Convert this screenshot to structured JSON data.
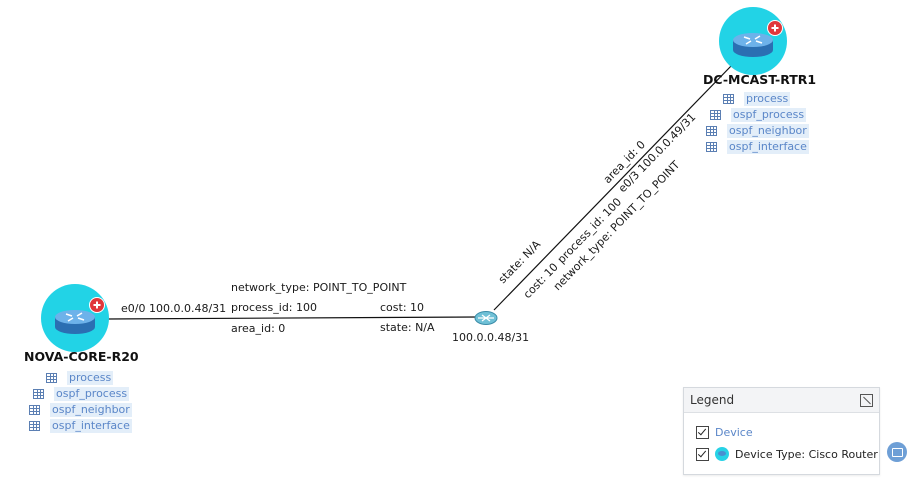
{
  "devices": {
    "nova": {
      "name": "NOVA-CORE-R20",
      "tables": [
        "process",
        "ospf_process",
        "ospf_neighbor",
        "ospf_interface"
      ]
    },
    "dc": {
      "name": "DC-MCAST-RTR1",
      "tables": [
        "process",
        "ospf_process",
        "ospf_neighbor",
        "ospf_interface"
      ]
    }
  },
  "subnet": {
    "label": "100.0.0.48/31"
  },
  "link_nova": {
    "interface": "e0/0 100.0.0.48/31",
    "network_type": "network_type: POINT_TO_POINT",
    "process_id": "process_id: 100",
    "area_id": "area_id: 0",
    "cost": "cost: 10",
    "state": "state: N/A"
  },
  "link_dc": {
    "interface": "e0/3 100.0.0.49/31",
    "network_type": "network_type: POINT_TO_POINT",
    "process_id": "process_id: 100",
    "area_id": "area_id: 0",
    "cost": "cost: 10",
    "state": "state: N/A"
  },
  "legend": {
    "title": "Legend",
    "items": [
      "Device",
      "Device Type: Cisco Router"
    ]
  },
  "colors": {
    "device_halo": "#22d3e6",
    "device_body": "#3b86cf",
    "badge": "#e0373b",
    "table_link": "#5a86c8",
    "table_highlight": "#e3eef9"
  },
  "icons": {
    "device": "router-icon",
    "badge": "plus-badge-icon",
    "table": "table-icon",
    "subnet": "subnet-hub-icon",
    "legend_toggle": "collapse-icon",
    "chat": "chat-icon"
  }
}
